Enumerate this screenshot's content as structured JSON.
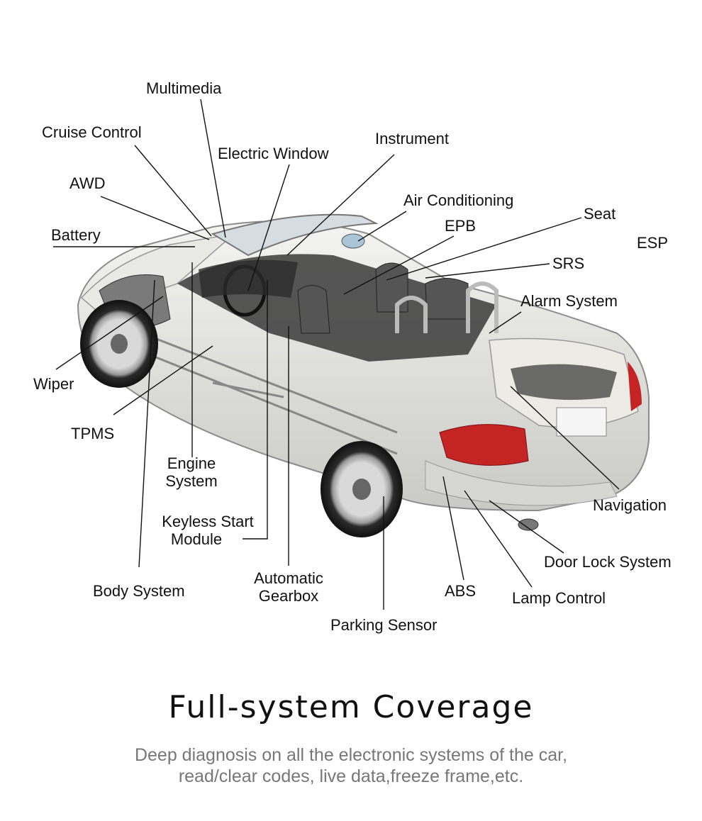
{
  "diagram": {
    "labels": {
      "multimedia": "Multimedia",
      "cruise_control": "Cruise Control",
      "electric_window": "Electric Window",
      "instrument": "Instrument",
      "awd": "AWD",
      "air_conditioning": "Air Conditioning",
      "epb": "EPB",
      "seat": "Seat",
      "battery": "Battery",
      "esp": "ESP",
      "srs": "SRS",
      "alarm_system": "Alarm System",
      "wiper": "Wiper",
      "tpms": "TPMS",
      "engine_system_line1": "Engine",
      "engine_system_line2": "System",
      "keyless_line1": "Keyless Start",
      "keyless_line2": "Module",
      "body_system": "Body System",
      "gearbox_line1": "Automatic",
      "gearbox_line2": "Gearbox",
      "abs": "ABS",
      "lamp_control": "Lamp Control",
      "door_lock_system": "Door Lock System",
      "navigation": "Navigation",
      "parking_sensor": "Parking Sensor"
    }
  },
  "footer": {
    "title": "Full-system Coverage",
    "description_line1": "Deep diagnosis on all the electronic systems of the car,",
    "description_line2": "read/clear codes, live data,freeze frame,etc."
  }
}
